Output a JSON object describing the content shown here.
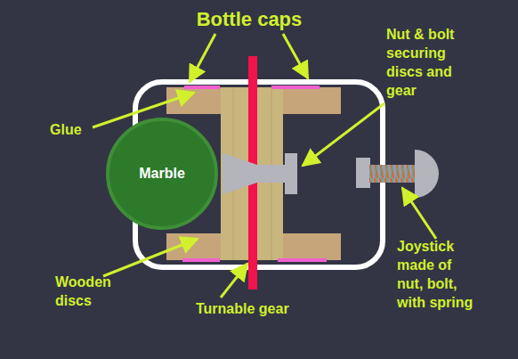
{
  "diagram": {
    "nodes": [
      {
        "text": [
          "Marble"
        ]
      }
    ],
    "labels": [
      "Bottle caps",
      "Glue",
      "Nut & bolt securing discs and gear",
      "Joystick made of nut, bolt, with spring",
      "Wooden discs",
      "Turnable gear"
    ]
  }
}
